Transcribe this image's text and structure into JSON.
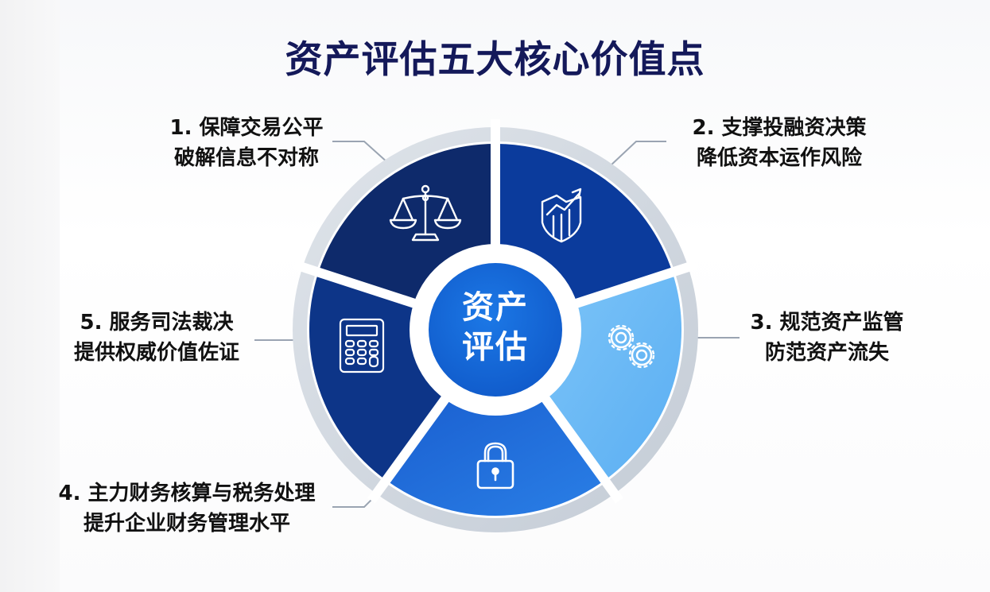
{
  "title": "资产评估五大核心价值点",
  "center": {
    "line1": "资产",
    "line2": "评估"
  },
  "segments": [
    {
      "index": 1,
      "line1": "1. 保障交易公平",
      "line2": "破解信息不对称",
      "icon": "scale-icon",
      "color": "#0e2a6b"
    },
    {
      "index": 2,
      "line1": "2. 支撑投融资决策",
      "line2": "降低资本运作风险",
      "icon": "shield-chart-icon",
      "color": "#0b3b9c"
    },
    {
      "index": 3,
      "line1": "3. 规范资产监管",
      "line2": "防范资产流失",
      "icon": "gears-icon",
      "color": "#62b6f5"
    },
    {
      "index": 4,
      "line1": "4. 主力财务核算与税务处理",
      "line2": "提升企业财务管理水平",
      "icon": "lock-icon",
      "color": "#1f6fdc"
    },
    {
      "index": 5,
      "line1": "5. 服务司法裁决",
      "line2": "提供权威价值佐证",
      "icon": "calculator-icon",
      "color": "#0d3588"
    }
  ],
  "colors": {
    "title": "#14195a",
    "ring": "#cfd6df",
    "center": "#1466d8",
    "connector": "#9aa4b2"
  }
}
